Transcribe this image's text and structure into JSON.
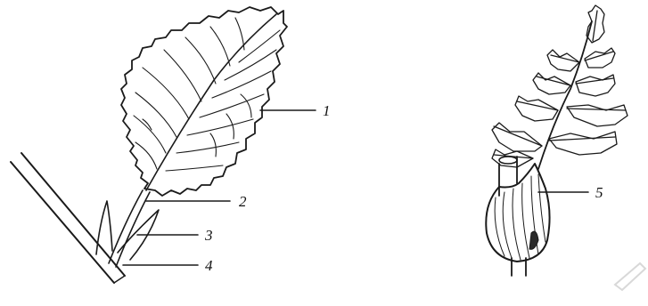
{
  "figure": {
    "left": {
      "labels": [
        "1",
        "2",
        "3",
        "4"
      ]
    },
    "right": {
      "labels": [
        "5"
      ]
    }
  },
  "colors": {
    "ink": "#1a1a1a",
    "paper": "#ffffff",
    "shade": "#2a2a2a"
  }
}
